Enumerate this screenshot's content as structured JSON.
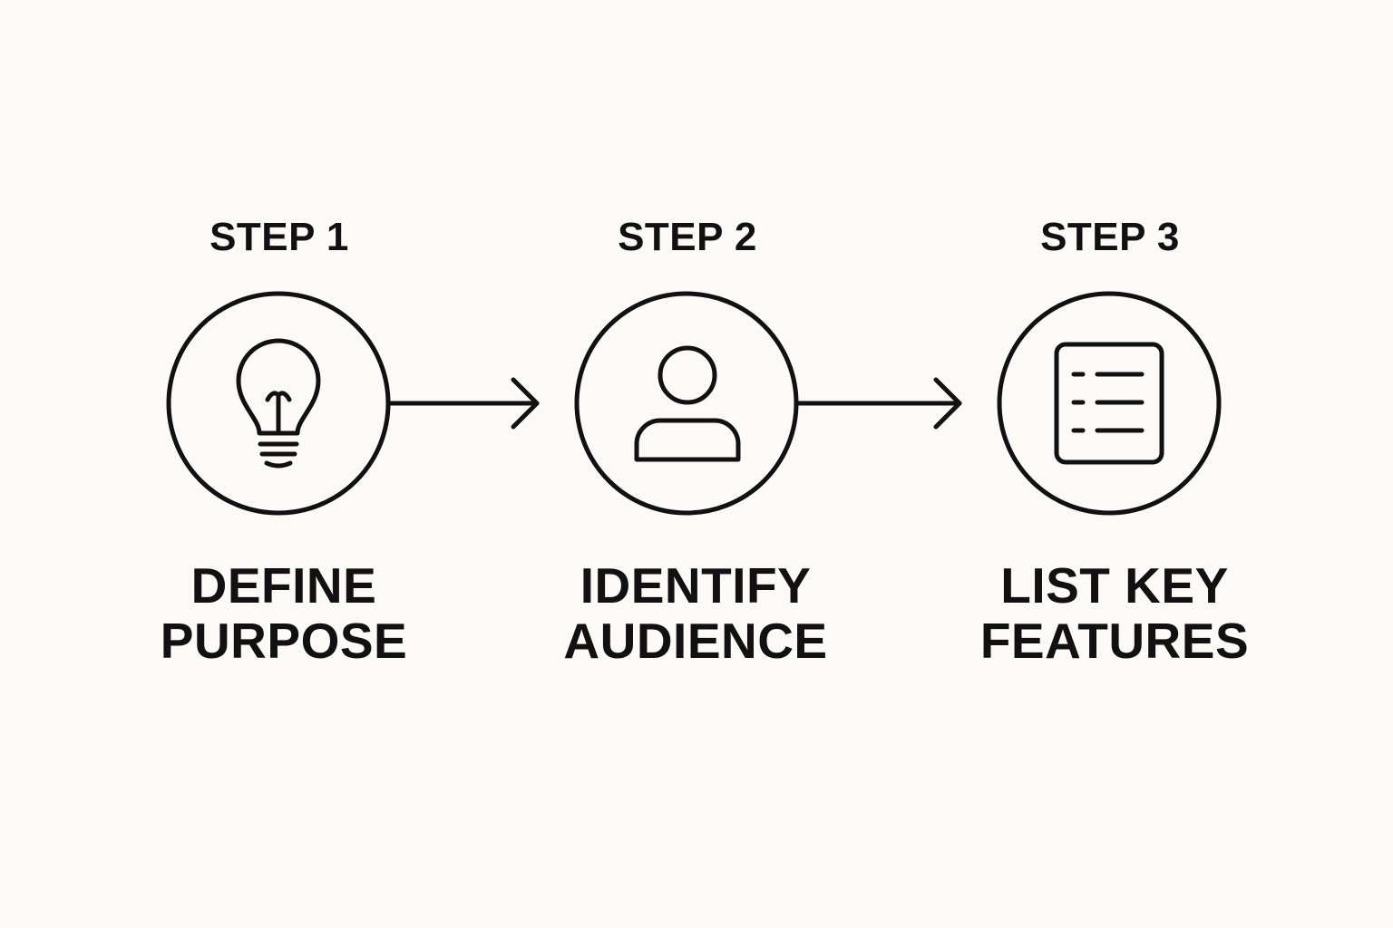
{
  "steps": [
    {
      "number_label": "STEP 1",
      "title_line1": "DEFINE",
      "title_line2": "PURPOSE",
      "icon": "lightbulb-icon"
    },
    {
      "number_label": "STEP 2",
      "title_line1": "IDENTIFY",
      "title_line2": "AUDIENCE",
      "icon": "person-icon"
    },
    {
      "number_label": "STEP 3",
      "title_line1": "LIST KEY",
      "title_line2": "FEATURES",
      "icon": "list-document-icon"
    }
  ],
  "colors": {
    "background": "#fbfaf6",
    "stroke": "#111111",
    "text": "#111111"
  }
}
